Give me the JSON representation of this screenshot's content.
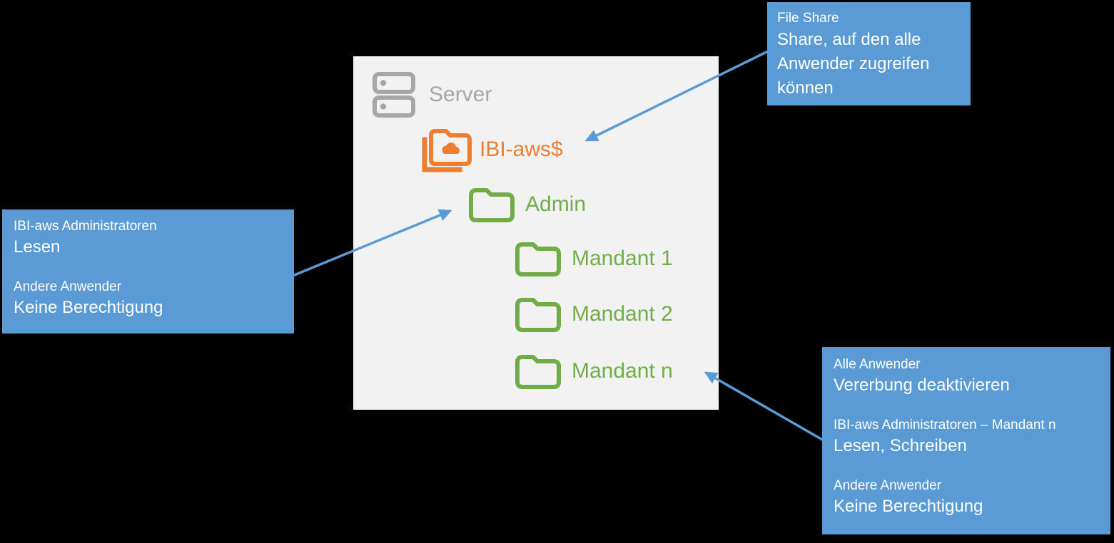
{
  "diagram_title": "IBI-aws file share permissions diagram",
  "colors": {
    "background": "#000000",
    "panel": "#F2F2F2",
    "callout_fill": "#5B9BD5",
    "callout_text": "#FFFFFF",
    "arrow": "#5B9BD5",
    "server_gray": "#A6A6A6",
    "share_orange": "#ED7D31",
    "folder_green": "#70AD47"
  },
  "tree": {
    "server_label": "Server",
    "share_label": "IBI-aws$",
    "admin_label": "Admin",
    "mandants": [
      "Mandant 1",
      "Mandant 2",
      "Mandant n"
    ]
  },
  "callouts": {
    "file_share": {
      "title": "File Share",
      "body": "Share, auf den alle Anwender zugreifen können"
    },
    "admin_folder": {
      "pairs": [
        {
          "group": "IBI-aws Administratoren",
          "permission": "Lesen"
        },
        {
          "group": "Andere Anwender",
          "permission": "Keine Berechtigung"
        }
      ]
    },
    "mandant_folder": {
      "pairs": [
        {
          "group": "Alle Anwender",
          "permission": "Vererbung deaktivieren"
        },
        {
          "group": "IBI-aws Administratoren – Mandant n",
          "permission": "Lesen, Schreiben"
        },
        {
          "group": "Andere Anwender",
          "permission": "Keine Berechtigung"
        }
      ]
    }
  }
}
